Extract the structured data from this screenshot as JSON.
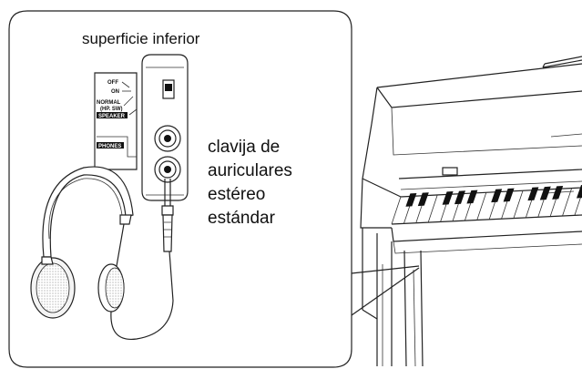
{
  "callout": {
    "title": "superficie inferior",
    "jack_label_lines": [
      "clavija de",
      "auriculares",
      "estéreo",
      "estándar"
    ]
  },
  "switch_panel": {
    "off": "OFF",
    "on": "ON",
    "normal": "NORMAL",
    "hp_sw": "(HP. SW)",
    "speaker": "SPEAKER",
    "phones": "PHONES"
  }
}
